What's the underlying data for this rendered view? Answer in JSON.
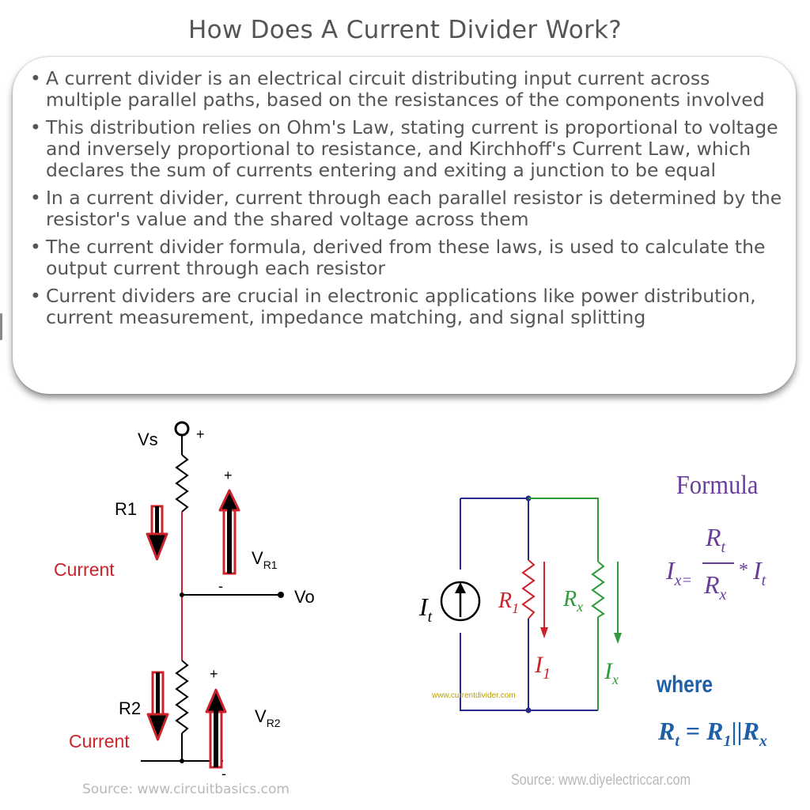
{
  "title": "How Does A Current Divider Work?",
  "bullets": [
    "A current divider is an electrical circuit distributing input current across multiple parallel paths, based on the resistances of the components involved",
    "This distribution relies on Ohm's Law, stating current is proportional to voltage and inversely proportional to resistance, and Kirchhoff's Current Law, which declares the sum of currents entering and exiting a junction to be equal",
    "In a current divider, current through each parallel resistor is determined by the resistor's value and the shared voltage across them",
    "The current divider formula, derived from these laws, is used to calculate the output current through each resistor",
    "Current dividers are crucial in electronic applications like power distribution, current measurement, impedance matching, and signal splitting"
  ],
  "left_diagram": {
    "vs": "Vs",
    "plus": "+",
    "minus": "-",
    "r1": "R1",
    "r2": "R2",
    "current": "Current",
    "v": "V",
    "r1_sub": "R1",
    "r2_sub": "R2",
    "vo": "Vo",
    "source": "Source: www.circuitbasics.com"
  },
  "right_diagram": {
    "formula_heading": "Formula",
    "it": "I",
    "it_sub": "t",
    "r1": "R",
    "r1_sub": "1",
    "rx": "R",
    "rx_sub": "x",
    "i1": "I",
    "i1_sub": "1",
    "ix": "I",
    "ix_sub": "x",
    "watermark": "www.currentdivider.com",
    "where": "where",
    "source": "Source: www.diyelectriccar.com"
  },
  "colors": {
    "red": "#cc2229",
    "circuit_blue": "#2a2a8a",
    "formula_purple": "#6a3d9a",
    "formula_blue": "#1f5fa8",
    "green": "#2f9a3a"
  }
}
